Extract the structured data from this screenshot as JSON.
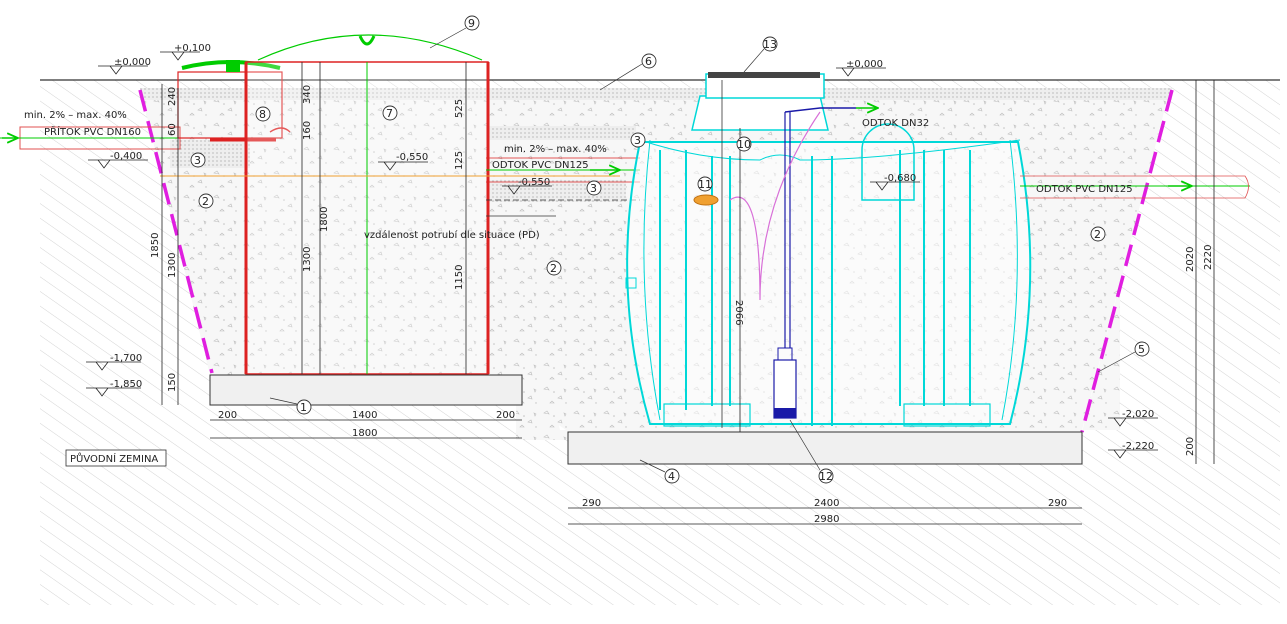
{
  "levels": {
    "zero_left": "±0,000",
    "plus_left": "+0,100",
    "inlet": "-0,400",
    "bottom_inner": "-1,700",
    "bottom_outer": "-1,850",
    "zero_right": "±0,000",
    "outlet_ch": "-0,550",
    "outlet_pipe": "-0,550",
    "tank_outlet": "-0,680",
    "tank_bottom": "-2,020",
    "base_bottom": "-2,220"
  },
  "labels": {
    "slope_left": "min. 2% – max. 40%",
    "slope_mid": "min. 2% – max. 40%",
    "inflow": "PŘÍTOK PVC DN160",
    "outflow_mid": "ODTOK PVC DN125",
    "outflow_pump": "ODTOK DN32",
    "outflow_right": "ODTOK PVC DN125",
    "distance_note": "vzdálenost potrubí dle situace (PD)",
    "soil": "PŮVODNÍ ZEMINA"
  },
  "dims": {
    "d240": "240",
    "d60": "60",
    "d1850": "1850",
    "d1300a": "1300",
    "d150": "150",
    "d340": "340",
    "d160": "160",
    "d1800": "1800",
    "d1300b": "1300",
    "d525": "525",
    "d125": "125",
    "d1150": "1150",
    "b200a": "200",
    "b1400": "1400",
    "b200b": "200",
    "b1800": "1800",
    "t2066": "2066",
    "r2020": "2020",
    "r2220": "2220",
    "r200": "200",
    "t290a": "290",
    "t2400": "2400",
    "t290b": "290",
    "t2980": "2980"
  },
  "callouts": [
    "1",
    "2",
    "3",
    "4",
    "5",
    "6",
    "7",
    "8",
    "9",
    "10",
    "11",
    "12",
    "13"
  ]
}
